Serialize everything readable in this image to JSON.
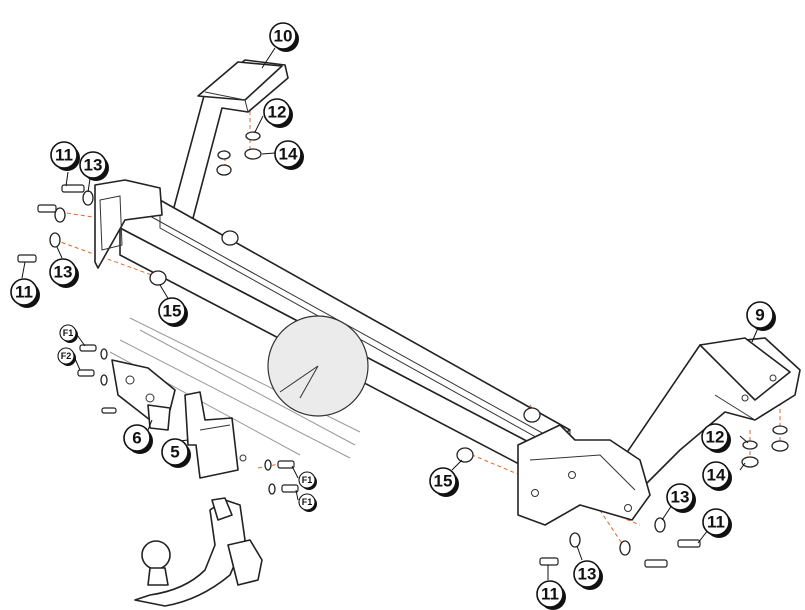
{
  "callouts": {
    "c10": "10",
    "c12a": "12",
    "c14a": "14",
    "c11a": "11",
    "c13a": "13",
    "c13b": "13",
    "c11b": "11",
    "c15a": "15",
    "c9": "9",
    "c12b": "12",
    "c14b": "14",
    "c15b": "15",
    "c13c": "13",
    "c11c": "11",
    "c13d": "13",
    "c11d": "11",
    "c6": "6",
    "c5": "5",
    "f1a": "F1",
    "f2": "F2",
    "f1b": "F1",
    "f1c": "F1"
  },
  "colors": {
    "outline": "#222222",
    "leader_lines": "#e0672c",
    "background": "#ffffff"
  }
}
